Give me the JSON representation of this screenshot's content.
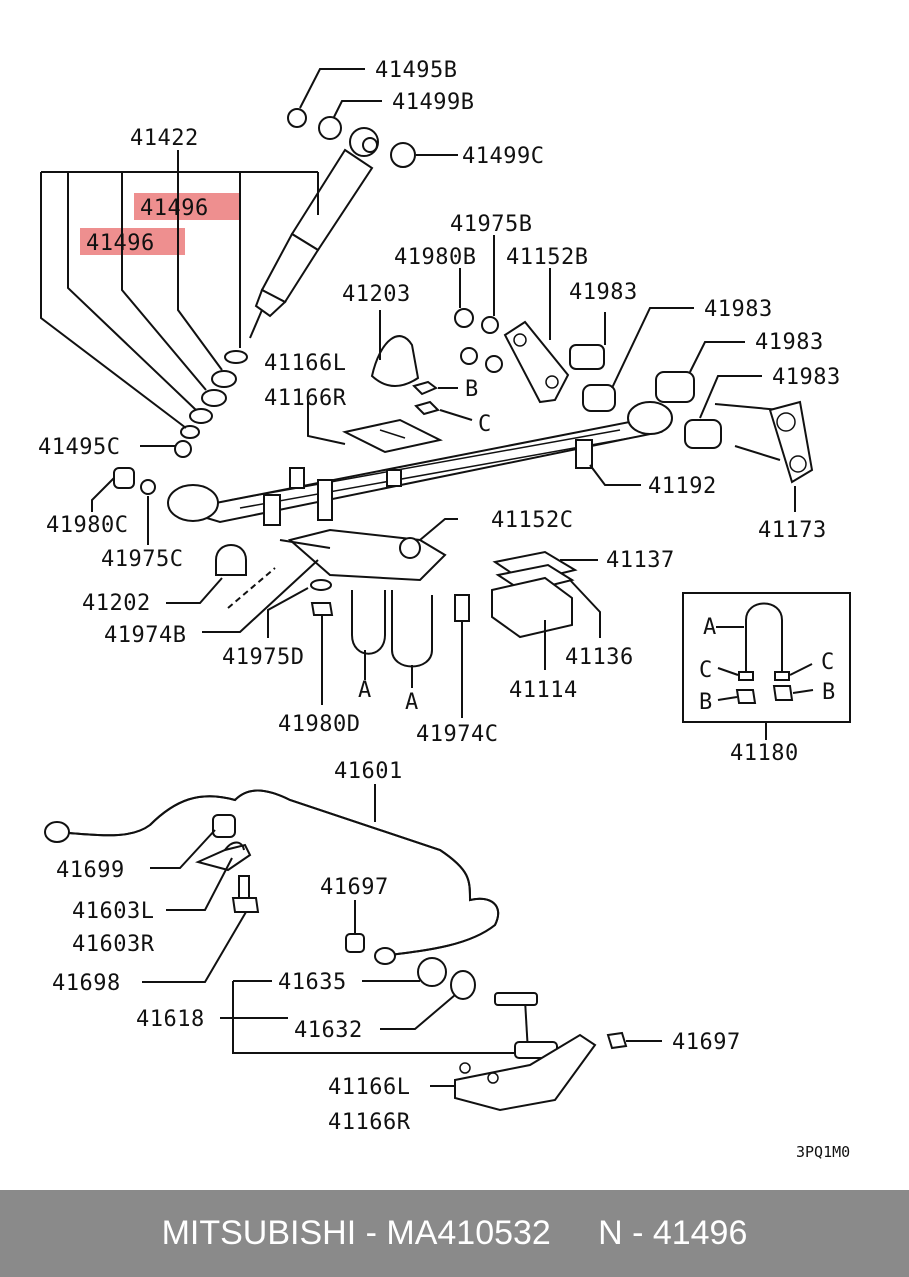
{
  "labels": {
    "l41495B": "41495B",
    "l41499B": "41499B",
    "l41499C": "41499C",
    "l41422": "41422",
    "l41496a": "41496",
    "l41496b": "41496",
    "l41975B": "41975B",
    "l41980B": "41980B",
    "l41152B": "41152B",
    "l41203": "41203",
    "l41983a": "41983",
    "l41983b": "41983",
    "l41983c": "41983",
    "l41983d": "41983",
    "l41166L": "41166L",
    "l41166R": "41166R",
    "lB1": "B",
    "lC1": "C",
    "l41495C": "41495C",
    "l41980C": "41980C",
    "l41975C": "41975C",
    "l41192": "41192",
    "l41173": "41173",
    "l41152C": "41152C",
    "l41137": "41137",
    "l41202": "41202",
    "l41974B": "41974B",
    "l41975D": "41975D",
    "l41136": "41136",
    "l41114": "41114",
    "lA1": "A",
    "lA2": "A",
    "l41980D": "41980D",
    "l41974C": "41974C",
    "lA3": "A",
    "lC2": "C",
    "lC3": "C",
    "lB2": "B",
    "lB3": "B",
    "l41180": "41180",
    "l41601": "41601",
    "l41699": "41699",
    "l41697a": "41697",
    "l41603L": "41603L",
    "l41603R": "41603R",
    "l41698": "41698",
    "l41635": "41635",
    "l41618": "41618",
    "l41632": "41632",
    "l41697b": "41697",
    "l41166L2": "41166L",
    "l41166R2": "41166R",
    "code": "3PQ1M0"
  },
  "highlight_color": "#e86a6a",
  "footer": {
    "text": "MITSUBISHI - MA410532     N - 41496"
  }
}
